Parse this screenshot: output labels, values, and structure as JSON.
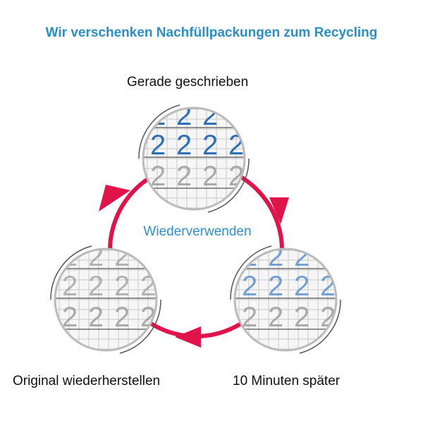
{
  "title": "Wir verschenken Nachfüllpackungen zum Recycling",
  "center_label": "Wiederverwenden",
  "stages": [
    {
      "label": "Gerade geschrieben",
      "digit": "2",
      "ink": "#2f6fb8",
      "ink_opacity": 1
    },
    {
      "label": "10 Minuten später",
      "digit": "2",
      "ink": "#4a86c8",
      "ink_opacity": 0.75
    },
    {
      "label": "Original wiederherstellen",
      "digit": "2",
      "ink": "#888888",
      "ink_opacity": 0.6
    }
  ],
  "colors": {
    "title": "#2a8fc4",
    "cycle_arrow": "#e0144a",
    "grid": "#c8c8c8"
  }
}
